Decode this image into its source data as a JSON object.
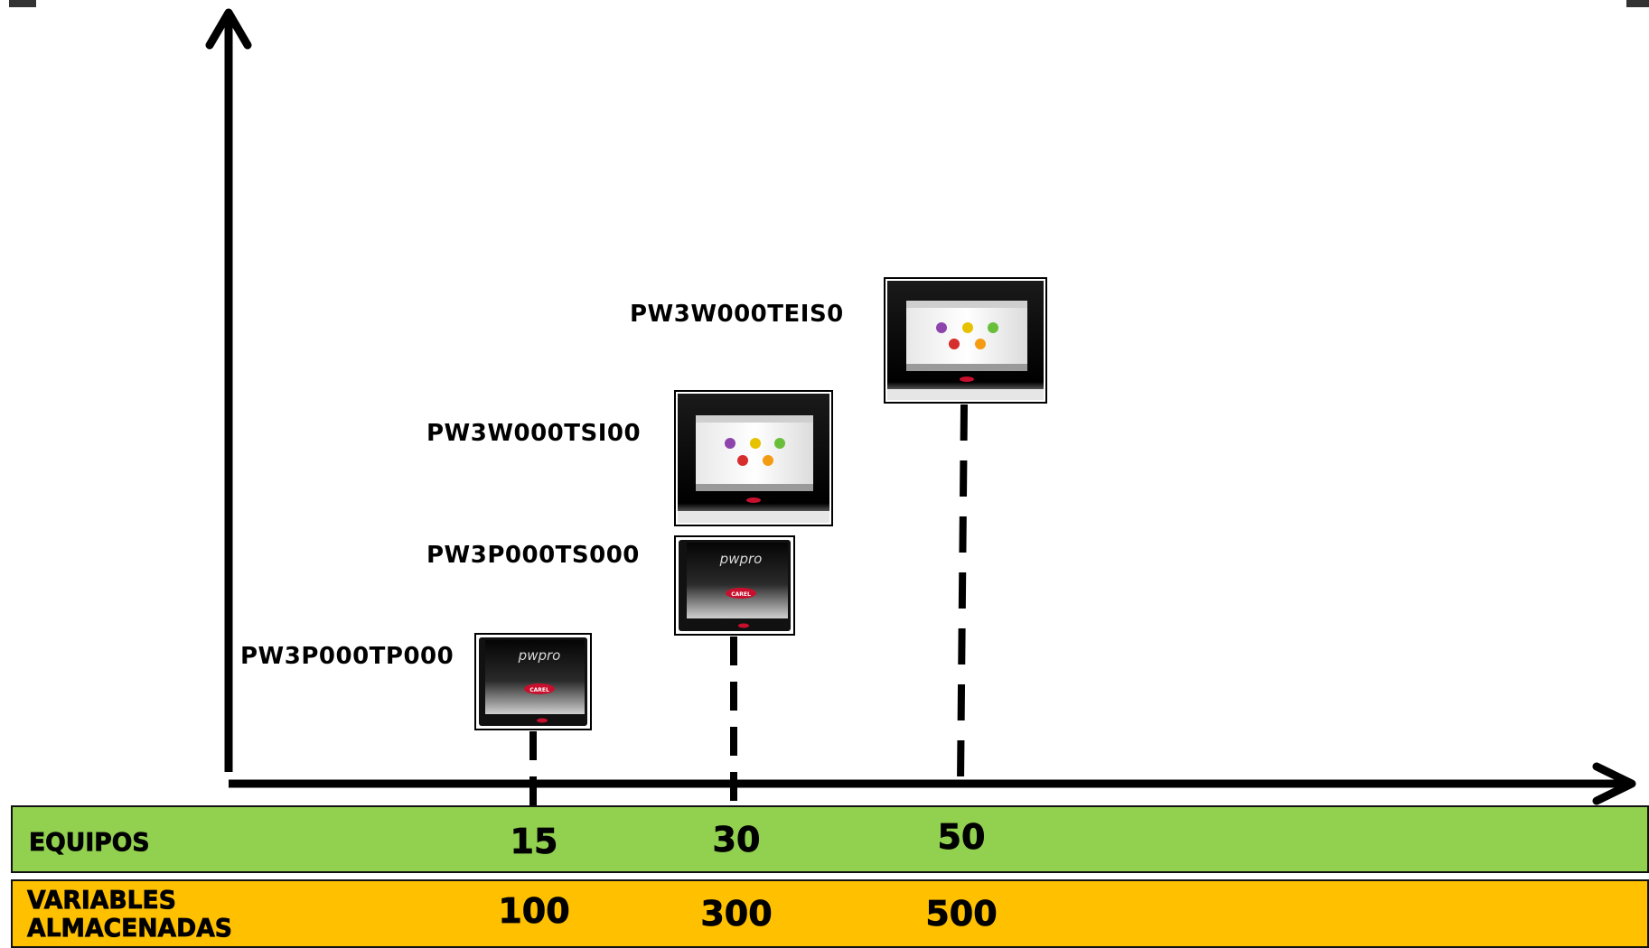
{
  "products": [
    {
      "model": "PW3P000TP000",
      "device_style": "pwpro-touch"
    },
    {
      "model": "PW3P000TS000",
      "device_style": "pwpro-touch"
    },
    {
      "model": "PW3W000TSI00",
      "device_style": "wall-panel"
    },
    {
      "model": "PW3W000TEIS0",
      "device_style": "wall-panel"
    }
  ],
  "screen_text": {
    "brand": "pwpro",
    "badge": "CAREL"
  },
  "rows": {
    "equipos": {
      "label": "EQUIPOS",
      "values": [
        "15",
        "30",
        "50"
      ],
      "color": "#92d050"
    },
    "variables": {
      "label_line1": "VARIABLES",
      "label_line2": "ALMACENADAS",
      "values": [
        "100",
        "300",
        "500"
      ],
      "color": "#ffc000"
    }
  }
}
